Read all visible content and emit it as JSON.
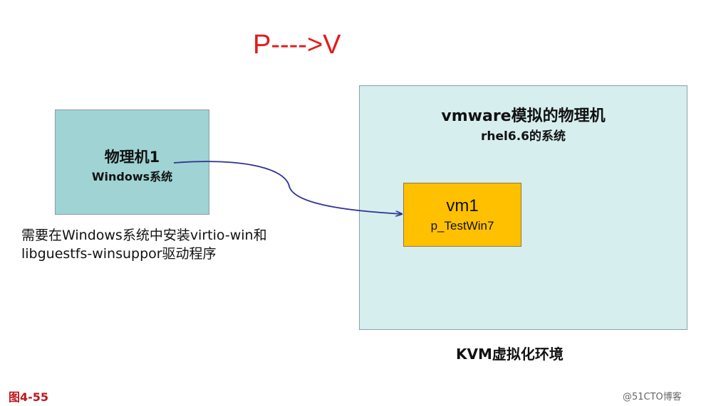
{
  "title": "P---->V",
  "physical_machine": {
    "title": "物理机1",
    "subtitle": "Windows系统"
  },
  "note": {
    "line1": "需要在Windows系统中安装virtio-win和",
    "line2": "libguestfs-winsuppor驱动程序"
  },
  "vm_environment": {
    "title": "vmware模拟的物理机",
    "subtitle": "rhel6.6的系统"
  },
  "vm1": {
    "name": "vm1",
    "subtitle": "p_TestWin7"
  },
  "kvm_label": "KVM虚拟化环境",
  "figure_label": "图4-55",
  "watermark": "@51CTO博客",
  "colors": {
    "title": "#e31b1b",
    "physical_box": "#9fd3d4",
    "vm_environment_box": "#d7eeee",
    "vm1_box": "#ffc000",
    "arrow": "#2e3192",
    "figure_label": "#c0151a"
  }
}
